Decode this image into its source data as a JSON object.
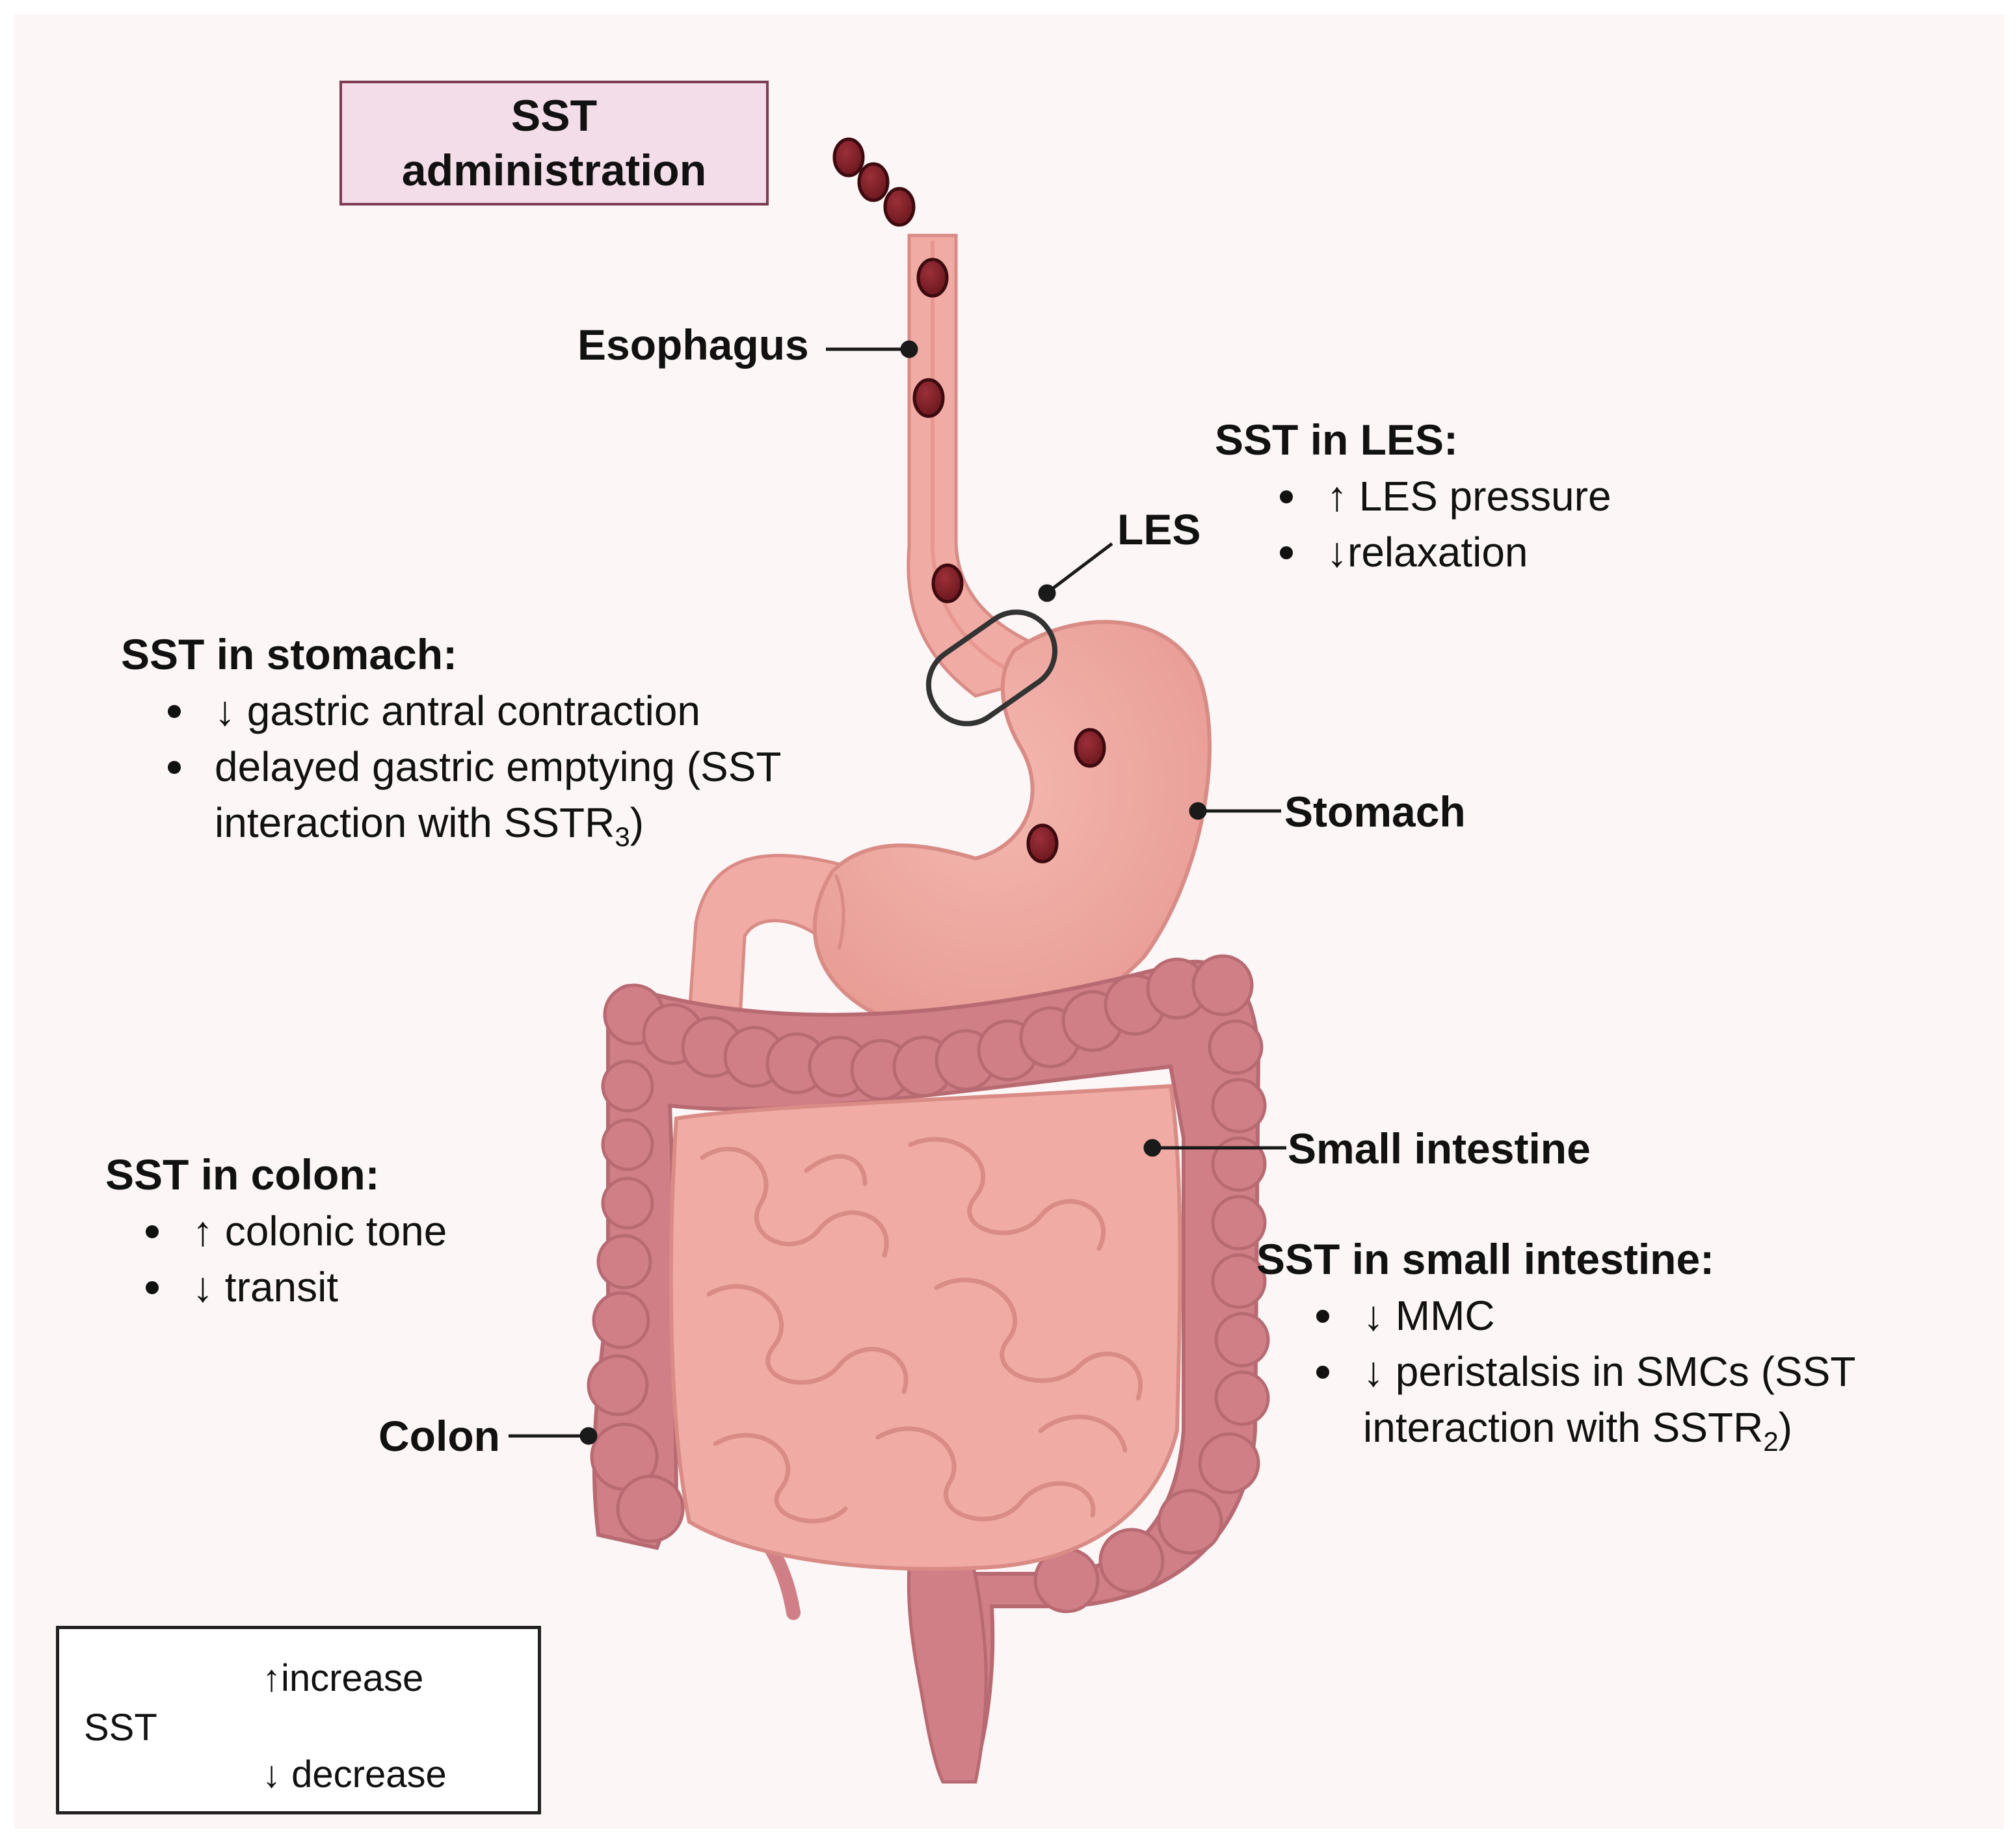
{
  "admin": {
    "line1": "SST",
    "line2": "administration"
  },
  "organs": {
    "esophagus": "Esophagus",
    "les": "LES",
    "stomach": "Stomach",
    "small_intestine": "Small intestine",
    "colon": "Colon"
  },
  "les_block": {
    "title": "SST in LES:",
    "items": [
      "↑ LES pressure",
      "↓relaxation"
    ]
  },
  "stomach_block": {
    "title": "SST in stomach:",
    "item1": "↓ gastric antral contraction",
    "item2_line1": "delayed gastric emptying (SST",
    "item2_line2": "interaction with SSTR",
    "item2_sub": "3",
    "item2_end": ")"
  },
  "colon_block": {
    "title": "SST in colon:",
    "items": [
      "↑ colonic tone",
      "↓ transit"
    ]
  },
  "si_block": {
    "title": "SST in small intestine:",
    "item1": "↓ MMC",
    "item2_line1": "↓ peristalsis in SMCs  (SST",
    "item2_line2": "interaction with SSTR",
    "item2_sub": "2",
    "item2_end": ")"
  },
  "legend": {
    "sst": "SST",
    "increase": "↑increase",
    "decrease": "↓ decrease"
  },
  "colors": {
    "background": "#fcf6f6",
    "sst_particle": "#7a1f26",
    "gut_light": "#f0aca4",
    "colon": "#d07f86",
    "admin_fill": "#f3dde8",
    "admin_border": "#7e3c52"
  }
}
